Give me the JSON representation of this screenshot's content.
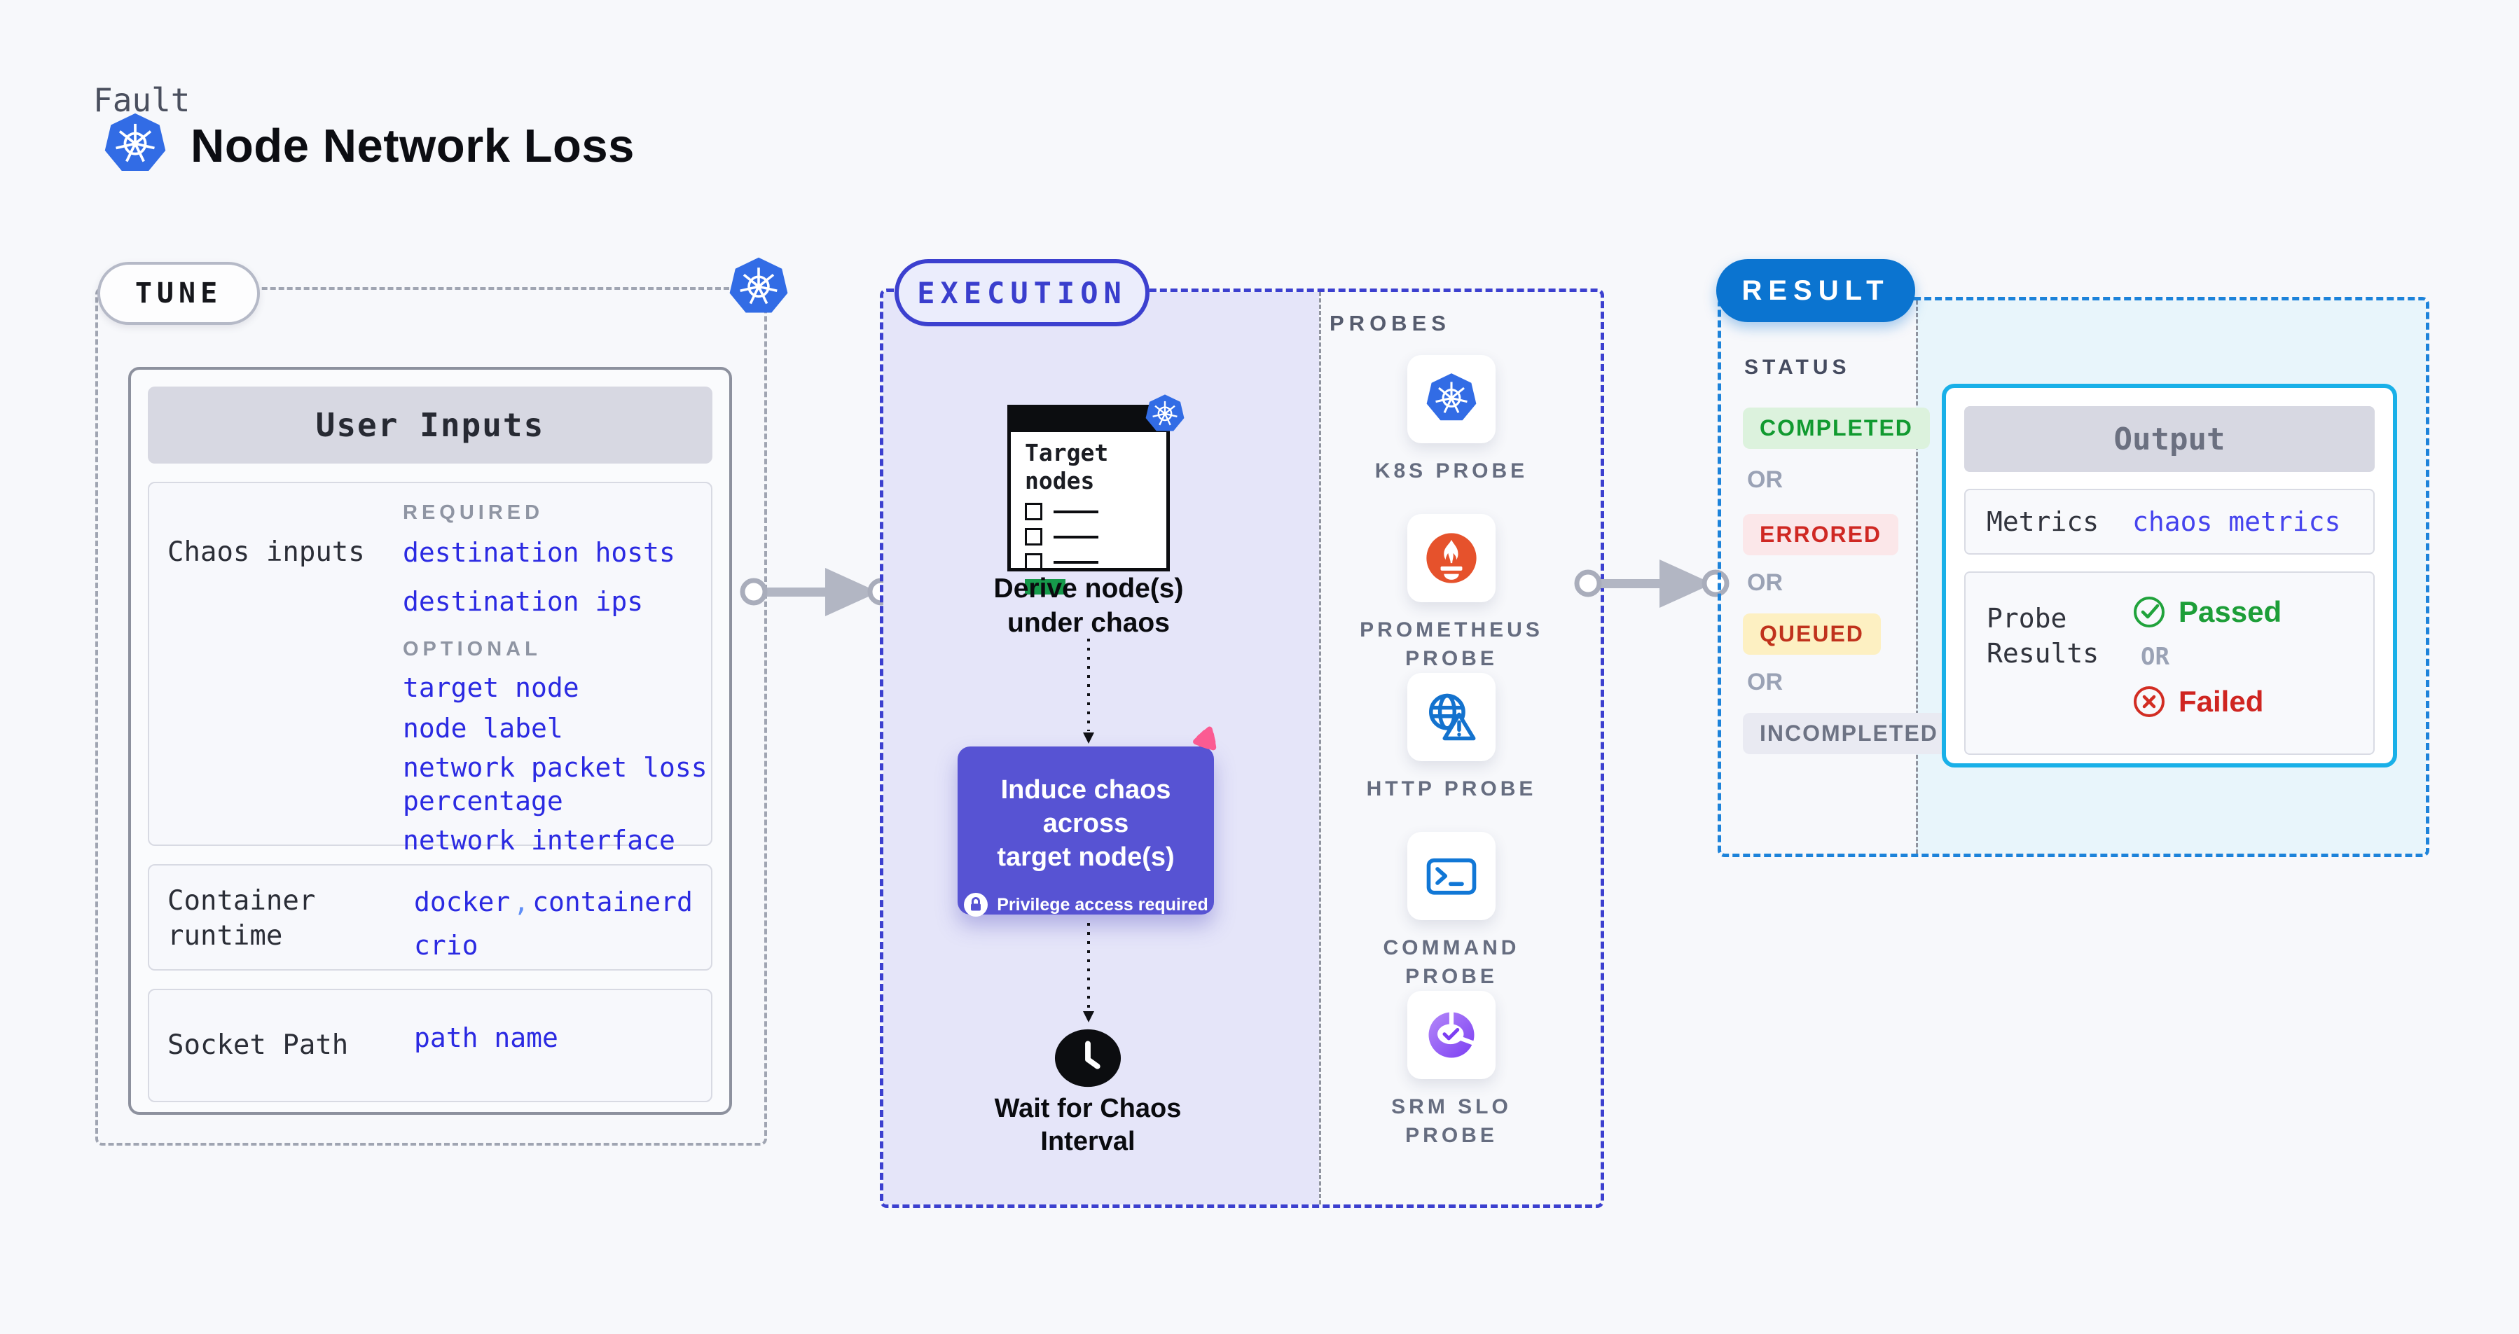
{
  "header": {
    "eyebrow": "Fault",
    "title": "Node Network Loss",
    "icon": "kubernetes-logo"
  },
  "colors": {
    "kubernetes_blue": "#326ce5",
    "execution_indigo": "#3c40cf",
    "execution_fill": "#e5e5f9",
    "induce_purple": "#5753d3",
    "litmus_pink": "#fb5b92",
    "result_pill_blue": "#0b74d0",
    "result_border_blue": "#1d83da",
    "result_fill_cyan": "#e8f5fb",
    "link_blue": "#2b2ae2",
    "passed_green": "#1d9e38",
    "failed_red": "#cf2521",
    "prometheus_orange": "#e6522c",
    "probe_icon_blue": "#1372ce",
    "target_bar_green": "#169a4b"
  },
  "tune": {
    "pill": "TUNE",
    "card": {
      "header": "User Inputs",
      "chaos_row": {
        "label": "Chaos inputs",
        "required_label": "REQUIRED",
        "required": [
          "destination hosts",
          "destination ips"
        ],
        "optional_label": "OPTIONAL",
        "optional": [
          "target node",
          "node label",
          "network packet loss percentage",
          "network interface"
        ]
      },
      "runtime_row": {
        "label": "Container runtime",
        "value1": "docker",
        "separator": ",",
        "value2": "containerd",
        "value3": "crio"
      },
      "socket_row": {
        "label": "Socket Path",
        "value": "path name"
      }
    }
  },
  "execution": {
    "pill": "EXECUTION",
    "target_card_title": "Target nodes",
    "derive_label": "Derive node(s) under chaos",
    "induce_label_line1": "Induce chaos across",
    "induce_label_line2": "target node(s)",
    "privilege_label": "Privilege access required",
    "wait_label": "Wait for Chaos Interval"
  },
  "probes": {
    "label": "PROBES",
    "items": [
      {
        "label": "K8S PROBE",
        "icon": "kubernetes-icon"
      },
      {
        "label": "PROMETHEUS PROBE",
        "icon": "prometheus-icon"
      },
      {
        "label": "HTTP PROBE",
        "icon": "http-globe-warning-icon"
      },
      {
        "label": "COMMAND PROBE",
        "icon": "command-terminal-icon"
      },
      {
        "label": "SRM SLO PROBE",
        "icon": "srm-slo-icon"
      }
    ]
  },
  "result": {
    "pill": "RESULT",
    "status": {
      "label": "STATUS",
      "or_label": "OR",
      "badges": [
        {
          "text": "COMPLETED",
          "type": "completed"
        },
        {
          "text": "ERRORED",
          "type": "errored"
        },
        {
          "text": "QUEUED",
          "type": "queued"
        },
        {
          "text": "INCOMPLETED",
          "type": "incompleted"
        }
      ]
    },
    "output": {
      "header": "Output",
      "metrics_label": "Metrics",
      "metrics_value": "chaos metrics",
      "probe_results_label": "Probe Results",
      "passed_label": "Passed",
      "or_label": "OR",
      "failed_label": "Failed"
    }
  }
}
